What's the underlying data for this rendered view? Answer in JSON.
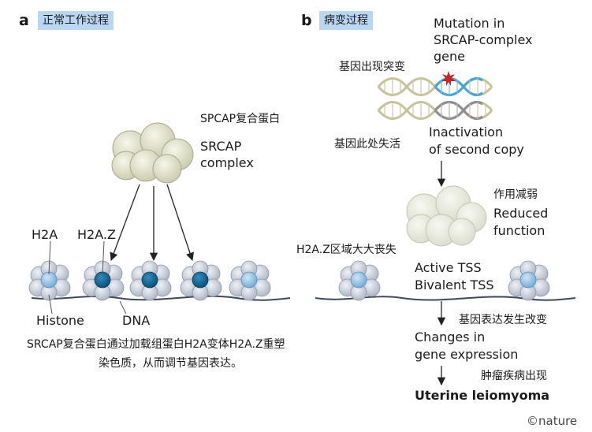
{
  "panel_a": {
    "letter": "a",
    "header": "正常工作过程",
    "complex_cn": "SPCAP复合蛋白",
    "complex_en_1": "SRCAP",
    "complex_en_2": "complex",
    "h2a": "H2A",
    "h2az": "H2A.Z",
    "histone": "Histone",
    "dna": "DNA",
    "caption_1": "SRCAP复合蛋白通过加载组蛋白H2A变体H2A.Z重塑",
    "caption_2": "染色质，从而调节基因表达。"
  },
  "panel_b": {
    "letter": "b",
    "header": "病变过程",
    "mutation_1": "Mutation in",
    "mutation_2": "SRCAP-complex",
    "mutation_3": "gene",
    "mutation_cn": "基因出现突变",
    "inactivation_cn": "基因此处失活",
    "inactivation_1": "Inactivation",
    "inactivation_2": "of second copy",
    "reduced_cn": "作用减弱",
    "reduced_1": "Reduced",
    "reduced_2": "function",
    "h2az_loss_cn": "H2A.Z区域大大丧失",
    "tss_1": "Active TSS",
    "tss_2": "Bivalent TSS",
    "expression_cn": "基因表达发生改变",
    "expression_1": "Changes in",
    "expression_2": "gene expression",
    "disease_cn": "肿瘤疾病出现",
    "outcome": "Uterine leiomyoma"
  },
  "credit": "©nature",
  "colors": {
    "header_bg": "#b9d6f2",
    "histone": "#b7bfcc",
    "h2a": "#7fb6de",
    "h2az": "#1f6f9e",
    "complex": "#dcdcc6",
    "dna_blue": "#4aa5d6",
    "dna_tan": "#c8c29a",
    "mutation_red": "#c0282c"
  }
}
